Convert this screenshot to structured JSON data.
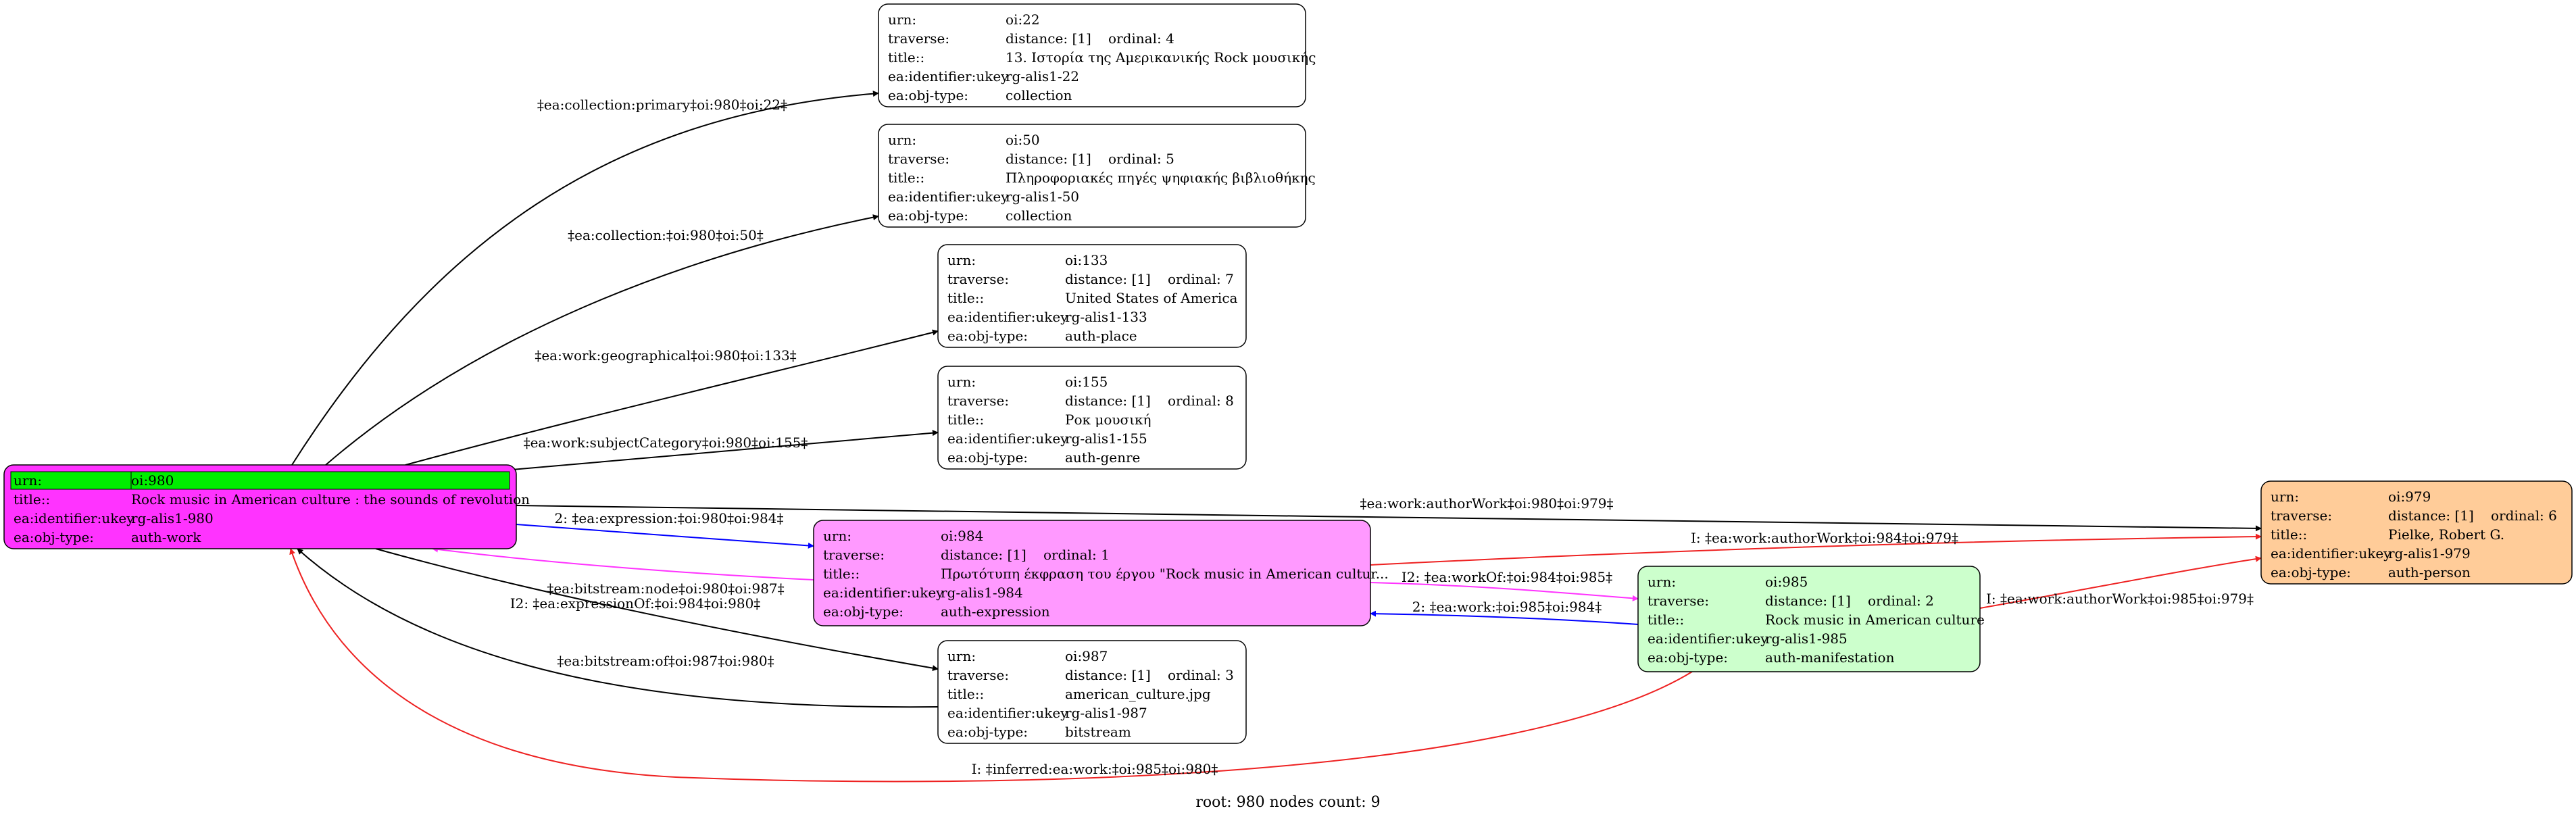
{
  "caption": "root: 980 nodes count: 9",
  "colors": {
    "root_fill": "#ff33ff",
    "root_header": "#00ee00",
    "expression_fill": "#ff99ff",
    "manifestation_fill": "#ccffcc",
    "person_fill": "#ffcc99",
    "plain_fill": "#ffffff",
    "edge_black": "#000000",
    "edge_blue": "#0000ff",
    "edge_red": "#ee2222",
    "edge_magenta": "#ff33ff"
  },
  "nodes": [
    {
      "id": "n980",
      "kind": "root",
      "rows": [
        {
          "key": "urn:",
          "val": "oi:980",
          "ord": ""
        },
        {
          "key": "title::",
          "val": "Rock music in American culture : the sounds of revolution",
          "ord": ""
        },
        {
          "key": "ea:identifier:ukey",
          "val": "rg-alis1-980",
          "ord": ""
        },
        {
          "key": "ea:obj-type:",
          "val": "auth-work",
          "ord": ""
        }
      ]
    },
    {
      "id": "n22",
      "kind": "plain",
      "rows": [
        {
          "key": "urn:",
          "val": "oi:22",
          "ord": ""
        },
        {
          "key": "traverse:",
          "val": "distance: [1]",
          "ord": "ordinal: 4"
        },
        {
          "key": "title::",
          "val": "13. Ιστορία της Αμερικανικής Rock μουσικής",
          "ord": ""
        },
        {
          "key": "ea:identifier:ukey",
          "val": "rg-alis1-22",
          "ord": ""
        },
        {
          "key": "ea:obj-type:",
          "val": "collection",
          "ord": ""
        }
      ]
    },
    {
      "id": "n50",
      "kind": "plain",
      "rows": [
        {
          "key": "urn:",
          "val": "oi:50",
          "ord": ""
        },
        {
          "key": "traverse:",
          "val": "distance: [1]",
          "ord": "ordinal: 5"
        },
        {
          "key": "title::",
          "val": "Πληροφοριακές πηγές ψηφιακής βιβλιοθήκης",
          "ord": ""
        },
        {
          "key": "ea:identifier:ukey",
          "val": "rg-alis1-50",
          "ord": ""
        },
        {
          "key": "ea:obj-type:",
          "val": "collection",
          "ord": ""
        }
      ]
    },
    {
      "id": "n133",
      "kind": "plain",
      "rows": [
        {
          "key": "urn:",
          "val": "oi:133",
          "ord": ""
        },
        {
          "key": "traverse:",
          "val": "distance: [1]",
          "ord": "ordinal: 7"
        },
        {
          "key": "title::",
          "val": "United States of America",
          "ord": ""
        },
        {
          "key": "ea:identifier:ukey",
          "val": "rg-alis1-133",
          "ord": ""
        },
        {
          "key": "ea:obj-type:",
          "val": "auth-place",
          "ord": ""
        }
      ]
    },
    {
      "id": "n155",
      "kind": "plain",
      "rows": [
        {
          "key": "urn:",
          "val": "oi:155",
          "ord": ""
        },
        {
          "key": "traverse:",
          "val": "distance: [1]",
          "ord": "ordinal: 8"
        },
        {
          "key": "title::",
          "val": "Ροκ μουσική",
          "ord": ""
        },
        {
          "key": "ea:identifier:ukey",
          "val": "rg-alis1-155",
          "ord": ""
        },
        {
          "key": "ea:obj-type:",
          "val": "auth-genre",
          "ord": ""
        }
      ]
    },
    {
      "id": "n984",
      "kind": "expression",
      "rows": [
        {
          "key": "urn:",
          "val": "oi:984",
          "ord": ""
        },
        {
          "key": "traverse:",
          "val": "distance: [1]",
          "ord": "ordinal: 1"
        },
        {
          "key": "title::",
          "val": "Πρωτότυπη έκφραση του έργου \"Rock music in American cultur...",
          "ord": ""
        },
        {
          "key": "ea:identifier:ukey",
          "val": "rg-alis1-984",
          "ord": ""
        },
        {
          "key": "ea:obj-type:",
          "val": "auth-expression",
          "ord": ""
        }
      ]
    },
    {
      "id": "n987",
      "kind": "plain",
      "rows": [
        {
          "key": "urn:",
          "val": "oi:987",
          "ord": ""
        },
        {
          "key": "traverse:",
          "val": "distance: [1]",
          "ord": "ordinal: 3"
        },
        {
          "key": "title::",
          "val": "american_culture.jpg",
          "ord": ""
        },
        {
          "key": "ea:identifier:ukey",
          "val": "rg-alis1-987",
          "ord": ""
        },
        {
          "key": "ea:obj-type:",
          "val": "bitstream",
          "ord": ""
        }
      ]
    },
    {
      "id": "n985",
      "kind": "manifestation",
      "rows": [
        {
          "key": "urn:",
          "val": "oi:985",
          "ord": ""
        },
        {
          "key": "traverse:",
          "val": "distance: [1]",
          "ord": "ordinal: 2"
        },
        {
          "key": "title::",
          "val": "Rock music in American culture",
          "ord": ""
        },
        {
          "key": "ea:identifier:ukey",
          "val": "rg-alis1-985",
          "ord": ""
        },
        {
          "key": "ea:obj-type:",
          "val": "auth-manifestation",
          "ord": ""
        }
      ]
    },
    {
      "id": "n979",
      "kind": "person",
      "rows": [
        {
          "key": "urn:",
          "val": "oi:979",
          "ord": ""
        },
        {
          "key": "traverse:",
          "val": "distance: [1]",
          "ord": "ordinal: 6"
        },
        {
          "key": "title::",
          "val": "Pielke, Robert G.",
          "ord": ""
        },
        {
          "key": "ea:identifier:ukey",
          "val": "rg-alis1-979",
          "ord": ""
        },
        {
          "key": "ea:obj-type:",
          "val": "auth-person",
          "ord": ""
        }
      ]
    }
  ],
  "edges": [
    {
      "id": "e1",
      "from": "n980",
      "to": "n22",
      "color": "black",
      "label": "‡ea:collection:primary‡oi:980‡oi:22‡"
    },
    {
      "id": "e2",
      "from": "n980",
      "to": "n50",
      "color": "black",
      "label": "‡ea:collection:‡oi:980‡oi:50‡"
    },
    {
      "id": "e3",
      "from": "n980",
      "to": "n133",
      "color": "black",
      "label": "‡ea:work:geographical‡oi:980‡oi:133‡"
    },
    {
      "id": "e4",
      "from": "n980",
      "to": "n155",
      "color": "black",
      "label": "‡ea:work:subjectCategory‡oi:980‡oi:155‡"
    },
    {
      "id": "e5",
      "from": "n980",
      "to": "n979",
      "color": "black",
      "label": "‡ea:work:authorWork‡oi:980‡oi:979‡"
    },
    {
      "id": "e6",
      "from": "n980",
      "to": "n984",
      "color": "blue",
      "label": "2: ‡ea:expression:‡oi:980‡oi:984‡"
    },
    {
      "id": "e7",
      "from": "n984",
      "to": "n980",
      "color": "magenta",
      "label": "I2: ‡ea:expressionOf:‡oi:984‡oi:980‡"
    },
    {
      "id": "e8",
      "from": "n980",
      "to": "n987",
      "color": "black",
      "label": "‡ea:bitstream:node‡oi:980‡oi:987‡"
    },
    {
      "id": "e9",
      "from": "n987",
      "to": "n980",
      "color": "black",
      "label": "‡ea:bitstream:of‡oi:987‡oi:980‡"
    },
    {
      "id": "e10",
      "from": "n984",
      "to": "n979",
      "color": "red",
      "label": "I: ‡ea:work:authorWork‡oi:984‡oi:979‡"
    },
    {
      "id": "e11",
      "from": "n984",
      "to": "n985",
      "color": "magenta",
      "label": "I2: ‡ea:workOf:‡oi:984‡oi:985‡"
    },
    {
      "id": "e12",
      "from": "n985",
      "to": "n984",
      "color": "blue",
      "label": "2: ‡ea:work:‡oi:985‡oi:984‡"
    },
    {
      "id": "e13",
      "from": "n985",
      "to": "n979",
      "color": "red",
      "label": "I: ‡ea:work:authorWork‡oi:985‡oi:979‡"
    },
    {
      "id": "e14",
      "from": "n985",
      "to": "n980",
      "color": "red",
      "label": "I: ‡inferred:ea:work:‡oi:985‡oi:980‡"
    }
  ]
}
